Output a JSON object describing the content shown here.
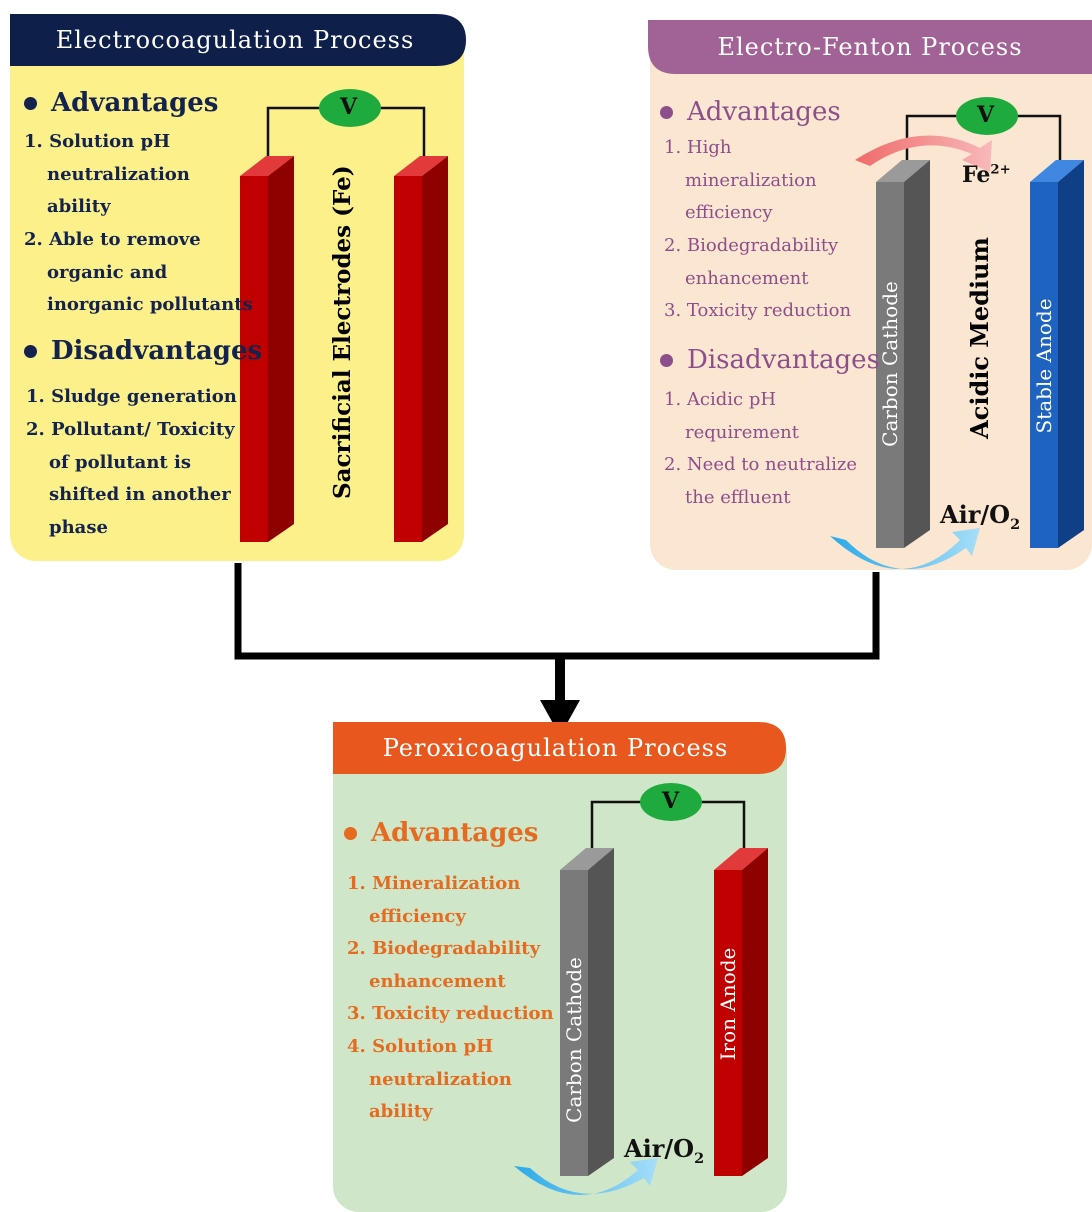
{
  "electrocoagulation": {
    "title": "Electrocoagulation Process",
    "advantages_heading": "Advantages",
    "advantages": [
      {
        "num": "1.",
        "lines": [
          "Solution pH",
          "neutralization",
          "ability"
        ]
      },
      {
        "num": "2.",
        "lines": [
          "Able to remove",
          "organic and",
          "inorganic pollutants"
        ]
      }
    ],
    "disadvantages_heading": "Disadvantages",
    "disadvantages": [
      {
        "num": "1.",
        "lines": [
          "Sludge generation"
        ]
      },
      {
        "num": "2.",
        "lines": [
          " Pollutant/ Toxicity",
          "of pollutant is",
          "shifted in another",
          "phase"
        ]
      }
    ],
    "electrode_label": "Sacrificial Electrodes (Fe)",
    "voltmeter": "V"
  },
  "electro_fenton": {
    "title": "Electro-Fenton Process",
    "advantages_heading": "Advantages",
    "advantages": [
      {
        "num": "1.",
        "lines": [
          "High",
          "mineralization",
          "efficiency"
        ]
      },
      {
        "num": "2.",
        "lines": [
          "Biodegradability",
          "enhancement"
        ]
      },
      {
        "num": "3.",
        "lines": [
          "Toxicity reduction"
        ]
      }
    ],
    "disadvantages_heading": "Disadvantages",
    "disadvantages": [
      {
        "num": "1.",
        "lines": [
          "Acidic pH",
          "requirement"
        ]
      },
      {
        "num": "2.",
        "lines": [
          "Need to neutralize",
          "the effluent"
        ]
      }
    ],
    "cathode_label": "Carbon Cathode",
    "medium_label": "Acidic Medium",
    "anode_label": "Stable Anode",
    "fe_label": "Fe",
    "fe_charge": "2+",
    "air_label": "Air/O",
    "air_sub": "2",
    "voltmeter": "V"
  },
  "peroxicoagulation": {
    "title": "Peroxicoagulation Process",
    "advantages_heading": "Advantages",
    "advantages": [
      {
        "num": "1.",
        "lines": [
          "Mineralization",
          "efficiency"
        ]
      },
      {
        "num": "2.",
        "lines": [
          "Biodegradability",
          "enhancement"
        ]
      },
      {
        "num": "3.",
        "lines": [
          "Toxicity reduction"
        ]
      },
      {
        "num": "4.",
        "lines": [
          "Solution pH",
          "neutralization",
          "ability"
        ]
      }
    ],
    "cathode_label": "Carbon Cathode",
    "anode_label": "Iron Anode",
    "air_label": "Air/O",
    "air_sub": "2",
    "voltmeter": "V"
  },
  "colors": {
    "ec_bg": "#fbf08a",
    "ec_title_bg": "#0e1f4a",
    "ef_bg": "#fbe6d2",
    "ef_title_bg": "#a16295",
    "pc_bg": "#cfe6c8",
    "pc_title_bg": "#e8571d",
    "navy": "#14224e",
    "purple": "#8d4f8c",
    "orange": "#e46b1f",
    "red_electrode": "#c00000",
    "grey_electrode": "#7a7a7a",
    "blue_electrode": "#1f63c0",
    "voltmeter": "#1faa3d"
  }
}
